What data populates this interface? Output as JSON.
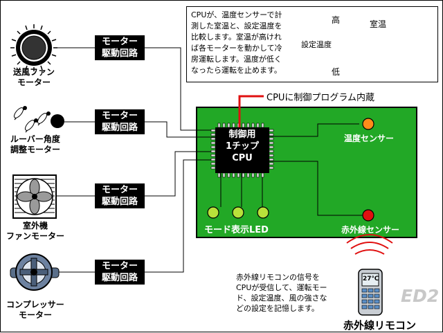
{
  "motors": [
    {
      "label": "送風ファン\nモーター",
      "driver": "モーター\n駆動回路",
      "icon": "fan-blower-icon"
    },
    {
      "label": "ルーバー角度\n調整モーター",
      "driver": "モーター\n駆動回路",
      "icon": "louver-icon"
    },
    {
      "label": "室外機\nファンモーター",
      "driver": "モーター\n駆動回路",
      "icon": "outdoor-fan-icon"
    },
    {
      "label": "コンプレッサー\nモーター",
      "driver": "モーター\n駆動回路",
      "icon": "compressor-icon"
    }
  ],
  "explanation": {
    "text": "CPUが、温度センサーで計\n測した室温と、設定温度を\n比較します。室温が高けれ\nば各モーターを動かして冷\n房運転します。温度が低く\nなったら運転を止めます。",
    "graph_high": "高",
    "graph_low": "低",
    "graph_setpoint": "設定温度",
    "graph_series": "室温"
  },
  "cpu": {
    "label": "制御用\n1チップ\nCPU",
    "callout": "CPUに制御プログラム内蔵"
  },
  "sensors": {
    "temp": "温度センサー",
    "ir": "赤外線センサー"
  },
  "mode_led": "モード表示LED",
  "colors": {
    "board": "#22a826",
    "temp_sensor": "#ff8c1a",
    "ir_sensor": "#e01010",
    "led": "#b8e23a",
    "callout": "#e01010",
    "room_temp_line": "#e01010"
  },
  "remote": {
    "text": "赤外線リモコンの信号を\nCPUが受信して、運転モー\nド、設定温度、風の強さな\nどの設定を記憶します。",
    "title": "赤外線リモコン",
    "display": "27℃"
  },
  "watermark": "ED2"
}
